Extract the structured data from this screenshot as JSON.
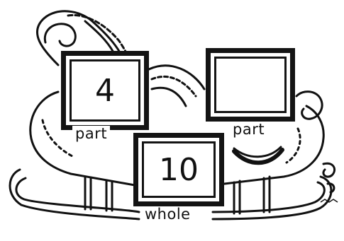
{
  "diagram": {
    "part_left": {
      "value": "4",
      "label": "part"
    },
    "part_right": {
      "value": "",
      "label": "part"
    },
    "whole": {
      "value": "10",
      "label": "whole"
    }
  }
}
